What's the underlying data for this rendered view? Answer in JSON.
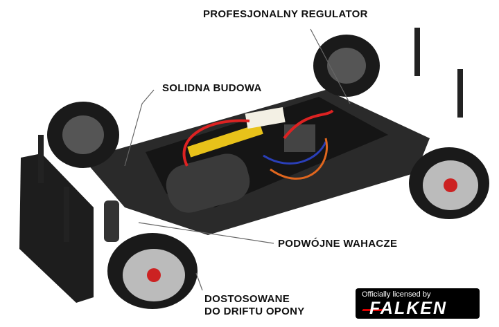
{
  "callouts": {
    "regulator": "PROFESJONALNY REGULATOR",
    "build": "SOLIDNA BUDOWA",
    "wishbones": "PODWÓJNE WAHACZE",
    "tires_line1": "DOSTOSOWANE",
    "tires_line2": "DO DRIFTU OPONY"
  },
  "badge": {
    "subtitle": "Officially licensed by",
    "brand": "FALKEN"
  }
}
